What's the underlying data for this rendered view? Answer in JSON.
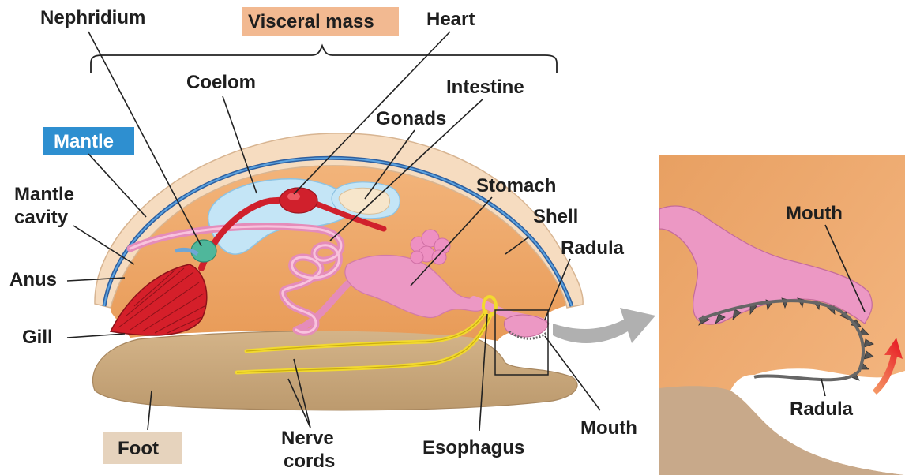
{
  "labels": {
    "nephridium": "Nephridium",
    "visceral_mass": "Visceral mass",
    "heart": "Heart",
    "coelom": "Coelom",
    "intestine": "Intestine",
    "gonads": "Gonads",
    "mantle": "Mantle",
    "stomach": "Stomach",
    "mantle_cavity_1": "Mantle",
    "mantle_cavity_2": "cavity",
    "shell": "Shell",
    "radula": "Radula",
    "anus": "Anus",
    "gill": "Gill",
    "foot": "Foot",
    "nerve_cords_1": "Nerve",
    "nerve_cords_2": "cords",
    "esophagus": "Esophagus",
    "mouth": "Mouth",
    "inset_mouth": "Mouth",
    "inset_radula": "Radula"
  },
  "colors": {
    "visceral_mass_box": "#f2b991",
    "mantle_box": "#2e8fd0",
    "foot_box": "#e6d3bd",
    "body_orange": "#f0a868",
    "foot_tan": "#c9a77d",
    "shell": "#f6dcc0",
    "mantle_line": "#3b7fc4",
    "pink": "#ec98c4",
    "heart_red": "#d0202c",
    "gill_red": "#d51f2a",
    "nerve_yellow": "#f2d92f",
    "coelom_blue": "#bfe2f4"
  }
}
